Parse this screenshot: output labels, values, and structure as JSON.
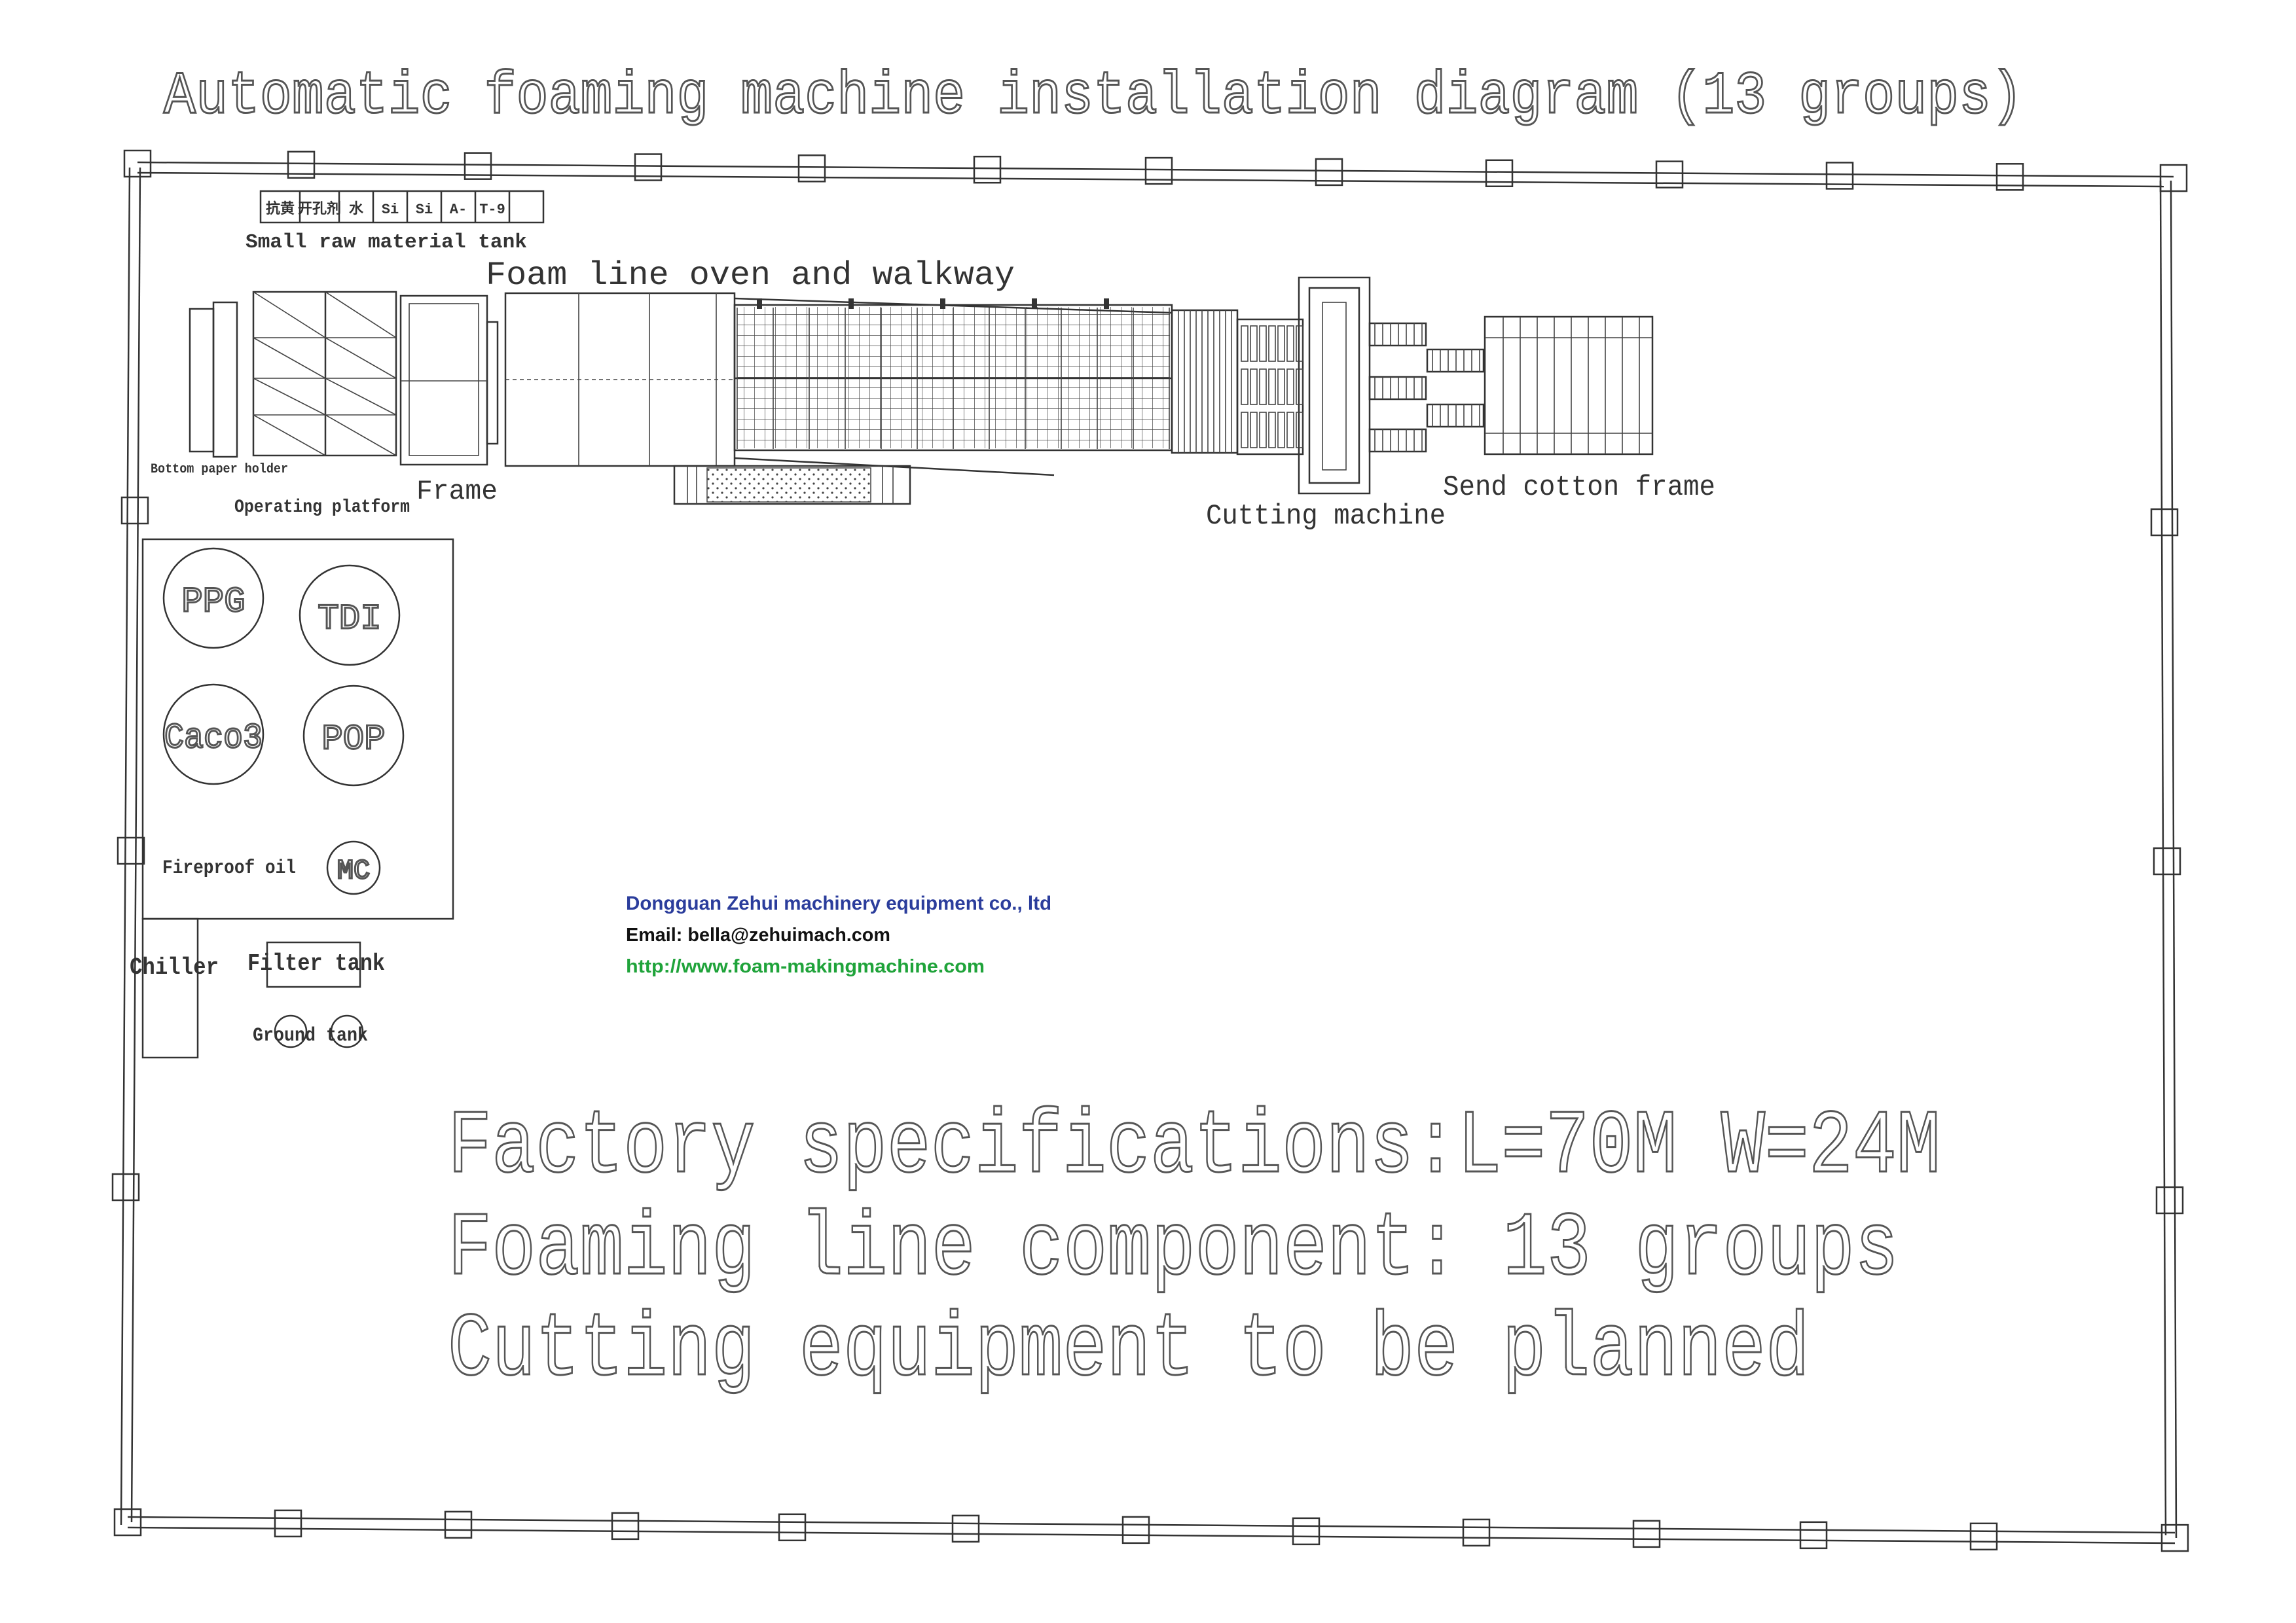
{
  "title": "Automatic foaming machine installation diagram (13 groups)",
  "labels": {
    "small_tank": "Small raw material tank",
    "oven": "Foam line oven and walkway",
    "paper_holder": "Bottom paper holder",
    "platform": "Operating platform",
    "frame": "Frame",
    "cutting": "Cutting machine",
    "send_frame": "Send cotton frame",
    "fireproof": "Fireproof oil",
    "chiller": "Chiller",
    "filter": "Filter tank",
    "ground": "Ground tank"
  },
  "small_tanks": [
    "抗黄",
    "开孔剂",
    "水",
    "Si",
    "Si",
    "A-",
    "T-9"
  ],
  "tanks": [
    "PPG",
    "TDI",
    "Caco3",
    "POP",
    "MC"
  ],
  "company": {
    "name": "Dongguan Zehui machinery equipment co., ltd",
    "email": "Email: bella@zehuimach.com",
    "url": "http://www.foam-makingmachine.com",
    "name_color": "#2b3d9c",
    "url_color": "#1fa33a"
  },
  "specs": [
    "Factory specifications:L=70M W=24M",
    "Foaming line component: 13 groups",
    "Cutting equipment to be planned"
  ]
}
